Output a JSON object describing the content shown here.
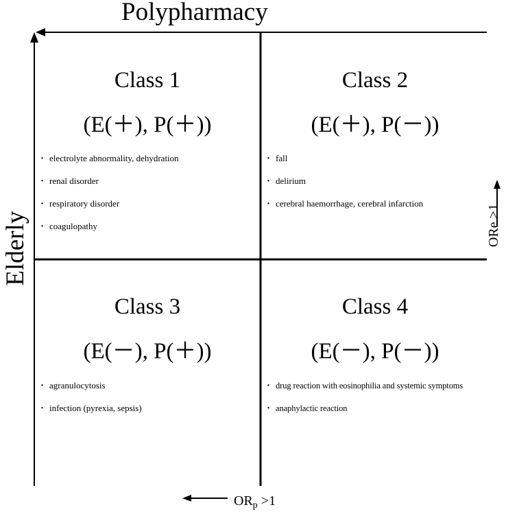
{
  "diagram": {
    "title": "Polypharmacy",
    "y_axis_label": "Elderly",
    "x_indicator": {
      "label": "OR",
      "subscript": "p",
      "suffix": " >1"
    },
    "y_indicator": "ORe >1",
    "classes": [
      {
        "title": "Class 1",
        "code": "(E(＋), P(＋))",
        "items": [
          "electrolyte abnormality, dehydration",
          "renal disorder",
          "respiratory disorder",
          "coagulopathy"
        ]
      },
      {
        "title": "Class 2",
        "code": "(E(＋), P(－))",
        "items": [
          "fall",
          "delirium",
          "cerebral haemorrhage, cerebral infarction"
        ]
      },
      {
        "title": "Class 3",
        "code": "(E(－), P(＋))",
        "items": [
          "agranulocytosis",
          "infection (pyrexia, sepsis)"
        ]
      },
      {
        "title": "Class 4",
        "code": "(E(－), P(－))",
        "items": [
          "drug reaction with eosinophilia and systemic symptoms",
          "anaphylactic reaction"
        ]
      }
    ]
  }
}
